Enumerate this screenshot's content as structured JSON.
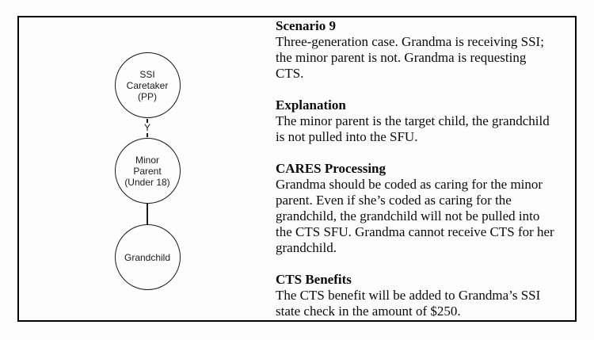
{
  "panel": {
    "diagram": {
      "nodes": [
        {
          "id": "ssi-caretaker",
          "label": "SSI\nCaretaker\n(PP)"
        },
        {
          "id": "minor-parent",
          "label": "Minor\nParent\n(Under 18)"
        },
        {
          "id": "grandchild",
          "label": "Grandchild"
        }
      ],
      "connector_label": "Y"
    },
    "sections": [
      {
        "heading": "Scenario 9",
        "body": "Three-generation case. Grandma is receiving SSI;\nthe minor parent is not. Grandma is requesting\nCTS."
      },
      {
        "heading": "Explanation",
        "body": "The minor parent is the target child, the grandchild\nis not pulled into the SFU."
      },
      {
        "heading": "CARES Processing",
        "body": "Grandma should be coded as caring for the minor\nparent. Even if she’s coded as caring for the\ngrandchild, the grandchild will not be pulled into\nthe CTS SFU. Grandma cannot receive CTS for her\ngrandchild."
      },
      {
        "heading": "CTS Benefits",
        "body": "The CTS benefit will be added to Grandma’s SSI\nstate check in the amount of $250."
      }
    ]
  },
  "colors": {
    "background": "#fdfdfd",
    "border": "#000000",
    "text": "#111111"
  }
}
